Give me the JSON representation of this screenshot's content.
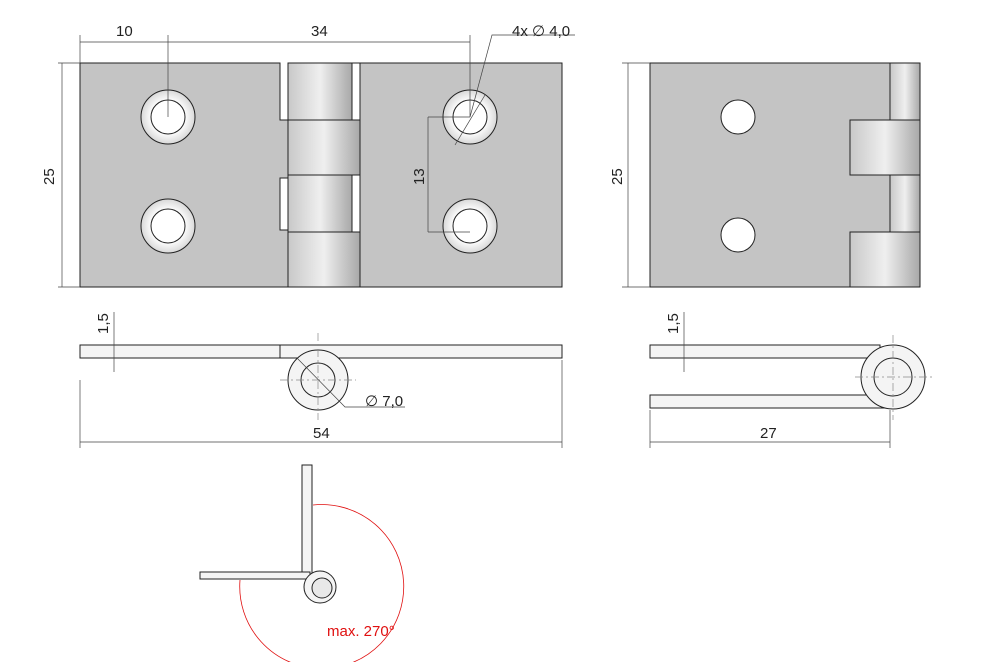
{
  "front_view": {
    "width_dim_left": "10",
    "width_dim_mid": "34",
    "hole_label": "4x ∅ 4,0",
    "height_dim": "25",
    "hole_spacing": "13"
  },
  "side_view": {
    "thickness": "1,5",
    "diameter": "∅ 7,0",
    "length": "54"
  },
  "right_view": {
    "height_dim": "25"
  },
  "right_side_view": {
    "thickness": "1,5",
    "length": "27"
  },
  "angle_view": {
    "label": "max. 270°",
    "color": "#e01010"
  }
}
